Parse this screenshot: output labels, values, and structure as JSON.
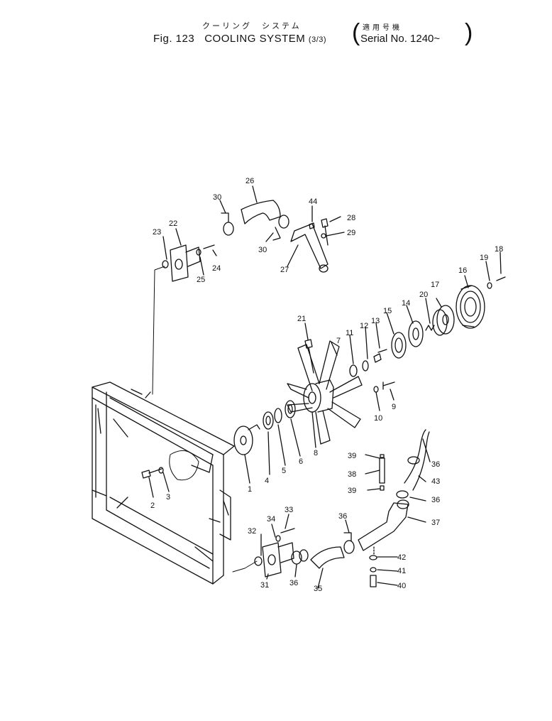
{
  "header": {
    "jp_title": "クーリング　システム",
    "fig_label": "Fig. 123",
    "title": "COOLING SYSTEM",
    "fraction": "(3/3)",
    "serial_jp": "適用号機",
    "serial": "Serial No. 1240~"
  },
  "callouts": [
    "1",
    "2",
    "3",
    "4",
    "5",
    "6",
    "7",
    "8",
    "9",
    "10",
    "11",
    "12",
    "13",
    "14",
    "15",
    "16",
    "17",
    "18",
    "19",
    "20",
    "21",
    "22",
    "23",
    "24",
    "25",
    "26",
    "27",
    "28",
    "29",
    "30",
    "30",
    "31",
    "32",
    "33",
    "34",
    "35",
    "36",
    "36",
    "36",
    "36",
    "37",
    "38",
    "39",
    "39",
    "40",
    "41",
    "42",
    "43",
    "44"
  ]
}
